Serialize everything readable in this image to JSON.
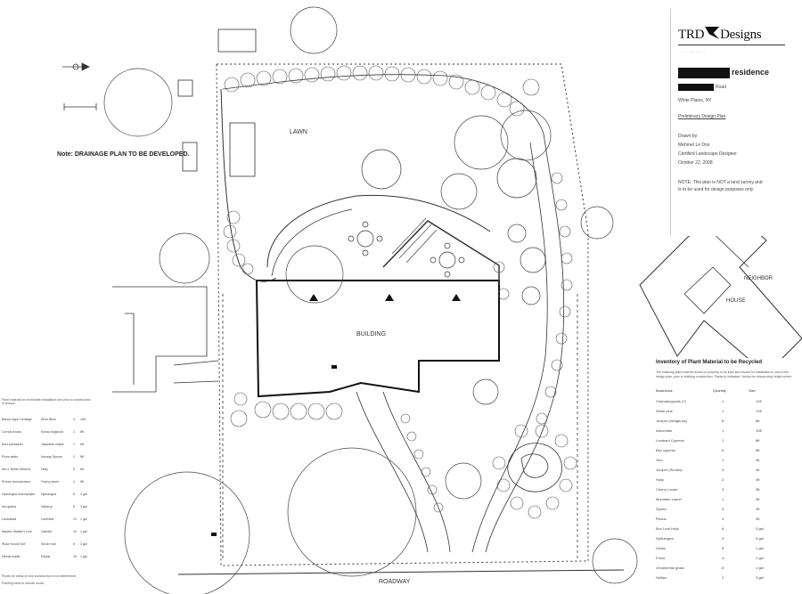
{
  "title_block": {
    "logo_text": "TRD",
    "logo_text_2": "Designs",
    "residence_suffix": "residence",
    "redaction_suffix": "Road",
    "address_line": "White Plains, NY",
    "plan_title": "Preliminary Design Plan",
    "drawn_by_label": "Drawn by:",
    "designer_name": "Mehmet Le Doo",
    "designer_title": "Certified Landscape Designer",
    "date": "October 22, 2008",
    "note_1": "NOTE: This plan is NOT a land survey and",
    "note_2": "is to be used for design purposes only"
  },
  "notes": {
    "drainage": "Note: DRAINAGE PLAN TO BE DEVELOPED.",
    "building": "BUILDING",
    "house_label": "HOUSE",
    "neighbor": "NEIGHBOR",
    "lawn": "LAWN",
    "roadway": "ROADWAY"
  },
  "inventory": {
    "title": "Inventory of Plant Material to be Recycled",
    "description": "The following plant material found on property to be kept and reused for installation in new to the design plan, prior to building construction. Plants to indicated / below the descending height orders",
    "col_botanical": "Botanicals",
    "col_quantity": "Quantity",
    "col_size": "Size",
    "rows": [
      {
        "name": "Chamaecyparis (T)",
        "qty": "1",
        "size": "12ft"
      },
      {
        "name": "White pine",
        "qty": "1",
        "size": "12ft"
      },
      {
        "name": "Juniper (Hedgerow)",
        "qty": "8",
        "size": "6ft"
      },
      {
        "name": "Arborvitae",
        "qty": "1",
        "size": "10ft"
      },
      {
        "name": "Lombard Cypress",
        "qty": "1",
        "size": "8ft"
      },
      {
        "name": "Box cypress",
        "qty": "6",
        "size": "5ft"
      },
      {
        "name": "Yew",
        "qty": "1",
        "size": "4ft"
      },
      {
        "name": "Juniper (Shrubs)",
        "qty": "3",
        "size": "4ft"
      },
      {
        "name": "Holly",
        "qty": "2",
        "size": "4ft"
      },
      {
        "name": "Cherry Laurel",
        "qty": "3",
        "size": "3ft"
      },
      {
        "name": "Mountain Laurel",
        "qty": "1",
        "size": "3ft"
      },
      {
        "name": "Spirea",
        "qty": "3",
        "size": "2ft"
      },
      {
        "name": "Rhodo",
        "qty": "4",
        "size": "2ft"
      },
      {
        "name": "Box Leaf Holly",
        "qty": "6",
        "size": "3 gal"
      },
      {
        "name": "Hydrangea",
        "qty": "3",
        "size": "3 gal"
      },
      {
        "name": "Hosta",
        "qty": "6",
        "size": "1 gal"
      },
      {
        "name": "Ferns",
        "qty": "4",
        "size": "1 gal"
      },
      {
        "name": "Ornamental grass",
        "qty": "8",
        "size": "1 gal"
      },
      {
        "name": "Hollies",
        "qty": "2",
        "size": "3 gal"
      }
    ]
  },
  "left_table": {
    "header": "Plant material for immediate installation and prior to construction of terrace",
    "rows": [
      {
        "name": "Betula nigra 'Heritage'",
        "common": "River Birch",
        "qty": "3",
        "size": "10ft"
      },
      {
        "name": "Cornus kousa",
        "common": "Kousa dogwood",
        "qty": "1",
        "size": "8ft"
      },
      {
        "name": "Acer palmatum",
        "common": "Japanese maple",
        "qty": "1",
        "size": "6ft"
      },
      {
        "name": "Picea abies",
        "common": "Norway Spruce",
        "qty": "2",
        "size": "8ft"
      },
      {
        "name": "Ilex x 'Nellie Stevens'",
        "common": "Holly",
        "qty": "5",
        "size": "6ft"
      },
      {
        "name": "Prunus laurocerasus",
        "common": "Cherry laurel",
        "qty": "4",
        "size": "5ft"
      },
      {
        "name": "Hydrangea macrophylla",
        "common": "Hydrangea",
        "qty": "6",
        "size": "3 gal"
      },
      {
        "name": "Ilex glabra",
        "common": "Inkberry",
        "qty": "8",
        "size": "3 gal"
      },
      {
        "name": "Lavandula",
        "common": "Lavender",
        "qty": "12",
        "size": "1 gal"
      },
      {
        "name": "Nepeta 'Walker's Low'",
        "common": "Catmint",
        "qty": "10",
        "size": "1 gal"
      },
      {
        "name": "Rosa 'Knock Out'",
        "common": "Shrub rose",
        "qty": "6",
        "size": "3 gal"
      },
      {
        "name": "Hemerocallis",
        "common": "Daylily",
        "qty": "15",
        "size": "1 gal"
      }
    ],
    "footer_1": "Plants for areas of new construction to be determined",
    "footer_2": "Planting beds to include mulch"
  },
  "icons": [
    "north-arrow-icon",
    "scale-bar-icon",
    "tree-canopy-icon",
    "shrub-icon",
    "patio-table-icon"
  ],
  "colors": {
    "ink": "#222222",
    "paper": "#ffffff"
  }
}
